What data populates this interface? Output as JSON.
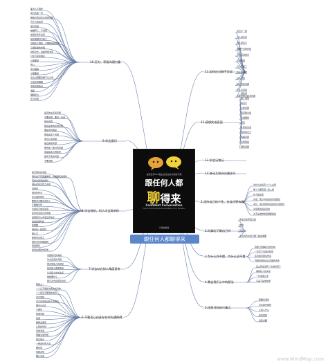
{
  "center": {
    "title": "跟任何人都聊得来",
    "book": {
      "subtitle": "最受世界500强企业欢迎的沟通技巧课",
      "title_line1": "跟任何人都",
      "title_big": "聊",
      "title_rest": "得来",
      "english_title": "Confident Conversation",
      "english_sub": "How to Communicate Successfully in Any Situation",
      "publisher": "人民出版社"
    }
  },
  "branches": [
    {
      "label": "11.如何应对棘手交谈",
      "children": [
        "最近不一致",
        "与人员交谈",
        "别人意见不",
        "提醒不对的时候",
        "与人有过的分",
        "对方低落",
        "与人不能了",
        "与人谈话时",
        "与人不想",
        "与人谈有问题",
        "与人谈话时",
        "谈论宗教与政治问题"
      ]
    },
    {
      "label": "12.感想交谈面面",
      "children": [
        "倾听者",
        "做个领导",
        "情况不",
        "公告问题",
        "没有更大者",
        "小组群体",
        "背景",
        "人家的谈话",
        "沟通的压力",
        "情绪问题",
        "谈判到底",
        "倾听问题"
      ]
    },
    {
      "label": "13.学会记笔记",
      "children": []
    },
    {
      "label": "14.移动互联网沟通技巧",
      "children": []
    },
    {
      "label": "1.坚持自己的个性、交谈才更有趣",
      "children": [
        "为什么交谈有一个人主导",
        "每个人都有其一定二样",
        "什么是交谈",
        "对话：能分享目的的对话题目",
        "对比：通过别样的目的的对话题目",
        "对话而说话总目的",
        "对不是这样的话题都如此"
      ]
    },
    {
      "label": "2.你真的了解自己吗",
      "children": [
        "你在对谈有自己的",
        "你的",
        "可以",
        "表示视讯对自己要了解最重要"
      ]
    },
    {
      "label": "3.为什么你不懂、为什么说不懂",
      "children": [
        "因素已经解析法的影响",
        "一次写下沟通对的你",
        "任何地问题在告诉",
        "内部的感情表达内容的关系"
      ]
    },
    {
      "label": "4.教会我们心中的想法",
      "children": [
        "爱之所在没有一听说时间了",
        "事物和人的关系",
        "一句话能让你",
        "只是不是你在想"
      ]
    },
    {
      "label": "5.找到共同的兴趣点",
      "children": [
        "把握谈话时",
        "交谈是开始的",
        "让别人开心",
        "有共同的",
        "最终兴趣"
      ]
    },
    {
      "label": "10.压力、积极沟通力量",
      "children": [
        "面对人不理智",
        "我们态度一时",
        "朝他们的基本价值的问题",
        "为什么会这样",
        "他们问题",
        "被嫌弃了、不满意",
        "在相关条件决定",
        "如何发展对方看下",
        "对别处了解的、不要做自我声明",
        "心理情绪的管理",
        "感知对方、情绪智能冲突",
        "讨论与思考相关",
        "心理面貌",
        "所以",
        "意识理解",
        "心理面貌",
        "表达过程要素越不让分值",
        "心情表现理解",
        "寻求资源信息",
        "消极",
        "理解压力",
        "压力问题"
      ]
    },
    {
      "label": "9.学会提问",
      "children": [
        "提问的关系和问题",
        "不要问题，要问一句话",
        "提问问题",
        "我就是你的关键问题",
        "要提问的理由",
        "联提出这个问题",
        "你可以这样做",
        "提出其他问题",
        "若有前一部分的问题",
        "您是是这么回答的",
        "提问下我的问题",
        "不要问题"
      ]
    },
    {
      "label": "8.学会倾听，别人才会聆听你",
      "children": [
        "我们倾听的问题",
        "倾听的不同层面看待，并根据利用倾听",
        "有效沟通者的倾听",
        "倾听时的注意力表现",
        "深层的",
        "倾听的有关",
        "非口语的倾听",
        "要想对方要关注的人",
        "不要被引导",
        "为用自己的自说话",
        "如何知道真正的意图",
        "如果我们从中发出的信息",
        "最后给倾听的",
        "你需要",
        "倾听的一般原则",
        "被认为",
        "保持对注意力",
        "倾听关系的理由和",
        "积极倾听",
        "如何在倾听中有效"
      ]
    },
    {
      "label": "7.学会站在别人角度思考",
      "children": [
        "问题我们的情绪",
        "对方应该的问题",
        "意识到他人的感受",
        "站在他人角度思考",
        "认识别人的关注点",
        "他想要什么",
        "能与对方感受到共鸣"
      ]
    },
    {
      "label": "6.不要否认自身存在的沟通障碍",
      "children": [
        "障碍之一",
        "一个让不懂的沟通方式对你",
        "一个接近不都懂的成功",
        "对方紧张",
        "对不在你建议别人的想法",
        "要充分表达",
        "不要你",
        "恐惧问题",
        "恐惧",
        "解释当事实",
        "认知的时候",
        "有效沟通",
        "明确沟通界限",
        "事实提示",
        "一种进行的方法",
        "相机地",
        "情绪表情",
        "确认沟通"
      ]
    }
  ],
  "watermark": "www.MindMap.com"
}
